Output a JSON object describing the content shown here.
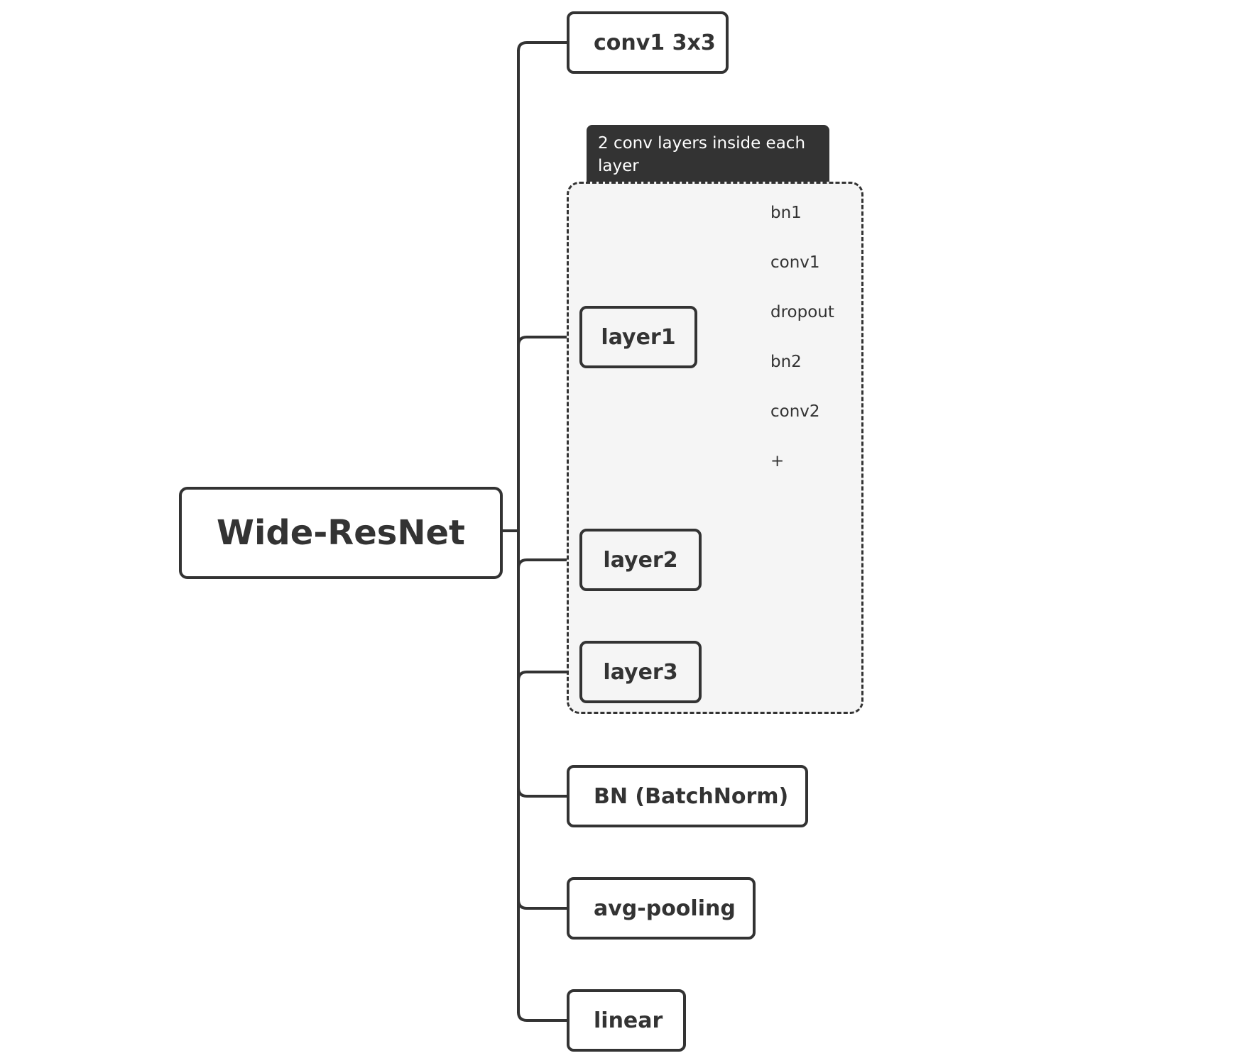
{
  "root": {
    "label": "Wide-ResNet"
  },
  "branches": {
    "conv1": "conv1 3x3",
    "layer1": "layer1",
    "layer2": "layer2",
    "layer3": "layer3",
    "bn": "BN (BatchNorm)",
    "avgpool": "avg-pooling",
    "linear": "linear"
  },
  "group": {
    "label": "2 conv layers inside each layer"
  },
  "layer1_children": [
    "bn1",
    "conv1",
    "dropout",
    "bn2",
    "conv2",
    "+"
  ],
  "colors": {
    "line": "#333333",
    "group_fill": "#f5f5f5",
    "label_fill": "#333333"
  }
}
